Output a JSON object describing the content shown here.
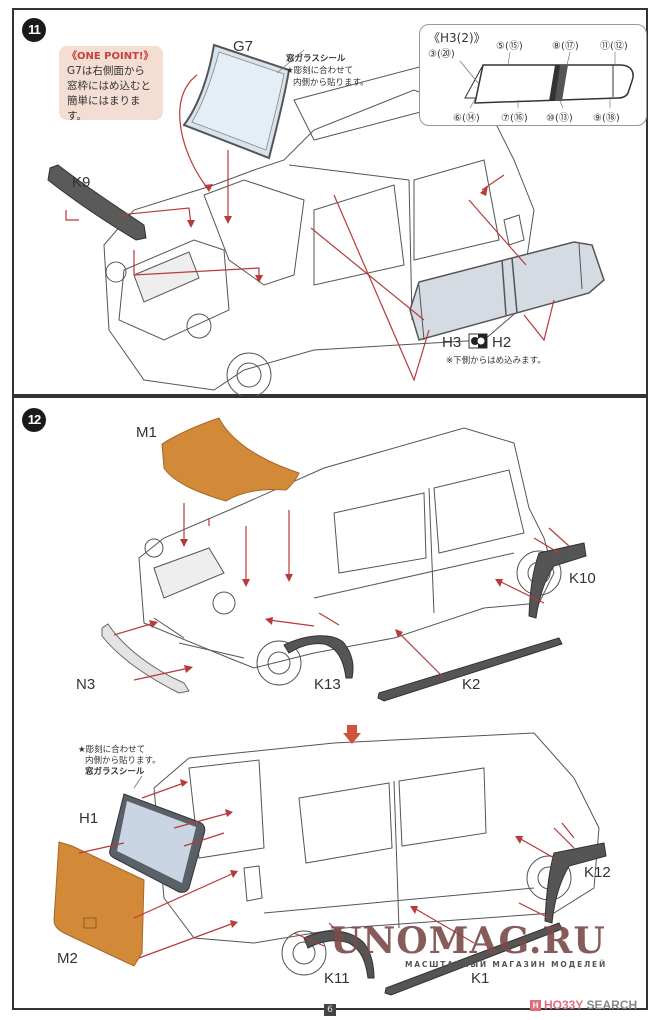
{
  "step11": {
    "number": "11",
    "one_point": {
      "heading": "《ONE POINT!》",
      "lines": [
        "G7は右側面から",
        "窓枠にはめ込むと",
        "簡単にはまります。"
      ]
    },
    "labels": {
      "g7": "G7",
      "k9": "K9",
      "h3": "H3",
      "h2": "H2"
    },
    "window_seal_note": {
      "title": "窓ガラスシール",
      "line1": "★彫刻に合わせて",
      "line2": "内側から貼ります。"
    },
    "h3_note": "※下側からはめ込みます。",
    "h3_box": {
      "title": "《H3(2)》",
      "callouts": [
        "③(⑳)",
        "⑤(⑮)",
        "⑧(⑰)",
        "⑪(⑫)",
        "⑥(⑭)",
        "⑦(⑯)",
        "⑩(⑬)",
        "⑨(⑱)"
      ]
    }
  },
  "step12": {
    "number": "12",
    "labels": {
      "m1": "M1",
      "n3": "N3",
      "k13": "K13",
      "k2": "K2",
      "k10": "K10",
      "h1": "H1",
      "m2": "M2",
      "k11": "K11",
      "k1": "K1",
      "k12": "K12"
    },
    "window_seal_note": {
      "line1": "★彫刻に合わせて",
      "line2": "内側から貼ります。",
      "title": "窓ガラスシール"
    }
  },
  "footer": {
    "page_number": "6",
    "watermark": "UNOMAG.RU",
    "watermark_sub": "МАСШТАБНЫЙ МАГАЗИН МОДЕЛЕЙ",
    "hobby_icon": "H",
    "hobby_brand": "HO33Y",
    "hobby_search": " SEARCH"
  },
  "colors": {
    "arrow_red": "#b83a3a",
    "part_orange": "#d38a38",
    "part_dark": "#555555",
    "glass": "#cfdbe8",
    "onepoint_bg": "#f4ddd2",
    "onepoint_heading": "#c8423c",
    "step_arrow": "#d0523a"
  }
}
